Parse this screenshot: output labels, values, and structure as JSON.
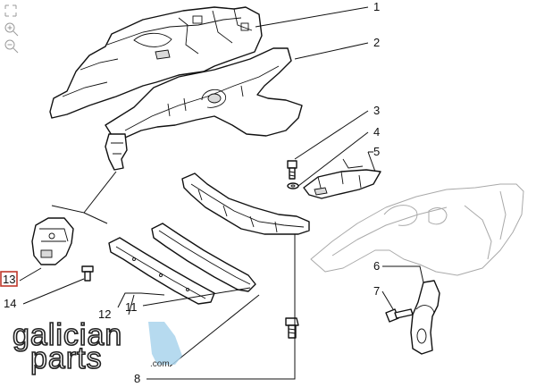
{
  "diagram": {
    "callouts": [
      {
        "number": "1"
      },
      {
        "number": "2"
      },
      {
        "number": "3"
      },
      {
        "number": "4"
      },
      {
        "number": "5"
      },
      {
        "number": "6"
      },
      {
        "number": "7"
      },
      {
        "number": "8"
      },
      {
        "number": "11"
      },
      {
        "number": "12"
      },
      {
        "number": "13"
      },
      {
        "number": "14"
      }
    ],
    "highlighted_callout": "13"
  },
  "viewer_tools": {
    "icons": [
      "fullscreen-icon",
      "zoom-in-icon",
      "zoom-out-icon"
    ]
  },
  "watermark": {
    "line1": "galician",
    "line2": "parts",
    "suffix": ".com"
  },
  "colors": {
    "line": "#111111",
    "ghost": "#a9a9a9",
    "highlight_box": "#c0392b",
    "watermark_accent": "#a9d4ec"
  }
}
